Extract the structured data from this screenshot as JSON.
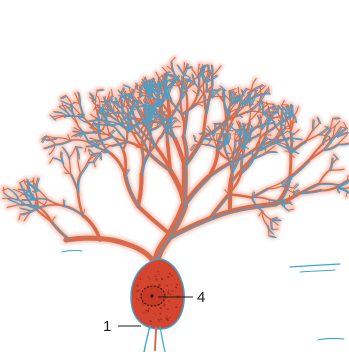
{
  "callouts": [
    {
      "id": "nucleus",
      "label": "4"
    },
    {
      "id": "cell-body-edge",
      "label": "1"
    }
  ],
  "colors": {
    "dendrite_fill": "#d96a4a",
    "dendrite_glow": "#f2b3a0",
    "outline_blue": "#3aa6d8",
    "soma_fill": "#d4452f",
    "soma_stipple": "#7a1e12",
    "text": "#1a1a1a",
    "leader": "#1a1a1a"
  }
}
